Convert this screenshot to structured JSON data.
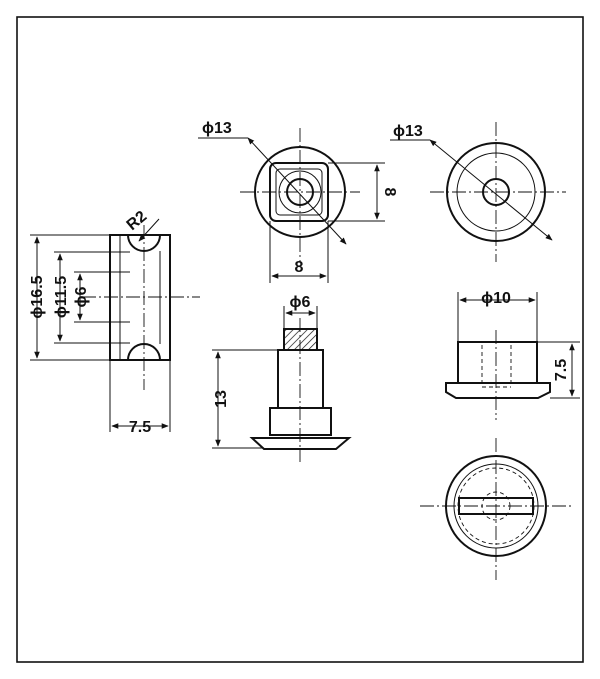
{
  "labels": {
    "pulley_r2": "R2",
    "pulley_d165": "ϕ16.5",
    "pulley_d115": "ϕ11.5",
    "pulley_d6": "ϕ6",
    "pulley_w": "7.5",
    "sq_phi13": "ϕ13",
    "sq_8h": "8",
    "sq_8w": "8",
    "rd_phi13": "ϕ13",
    "pin_phi6": "ϕ6",
    "pin_13": "13",
    "cap_phi10": "ϕ10",
    "cap_75": "7.5"
  },
  "colors": {
    "ink": "#111111",
    "hatch": "#111111",
    "background": "#ffffff"
  }
}
